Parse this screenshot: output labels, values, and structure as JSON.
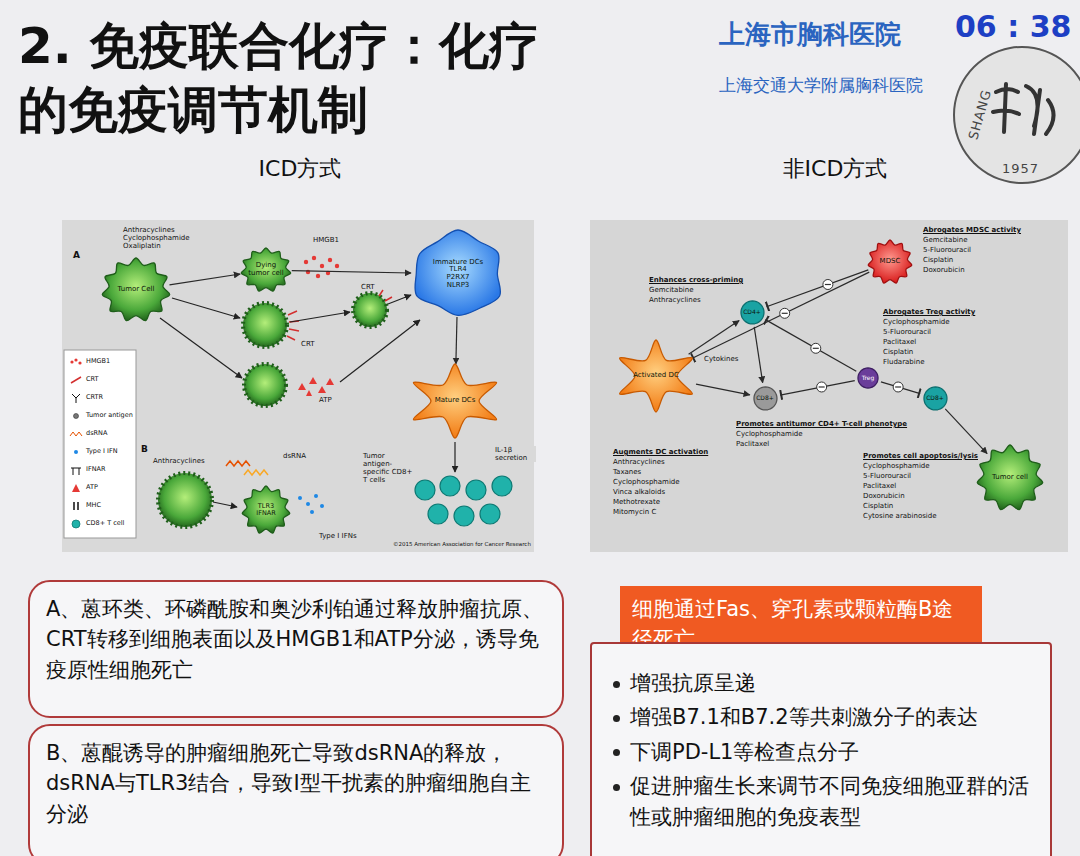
{
  "diagram": {
    "title": "2. 免疫联合化疗：化疗的免疫调节机制",
    "nodes": [
      {
        "text": [
          "SHANG",
          "1957"
        ]
      },
      {
        "text": [
          "Tumor Cell"
        ]
      },
      {
        "text": [
          "Dying tumor cell"
        ]
      },
      {
        "text": [
          "Immature DCs",
          "TLR4",
          "P2RX7",
          "NLRP3"
        ]
      },
      {
        "text": [
          "Mature DCs"
        ]
      },
      {
        "text": [
          "TLR3",
          "IFNAR"
        ]
      },
      {
        "text": [
          "MDSC"
        ]
      },
      {
        "text": [
          "CD4+"
        ]
      },
      {
        "text": [
          "Activated DC"
        ]
      },
      {
        "text": [
          "Treg"
        ]
      },
      {
        "text": [
          "CD8+"
        ]
      },
      {
        "text": [
          "CD8+"
        ]
      },
      {
        "text": [
          "Tumor cell"
        ]
      },
      {
        "text": [
          "A、蒽环类、环磷酰胺和奥沙利铂通过释放肿瘤抗原、CRT转移到细胞表面以及HMGB1和ATP分泌，诱导免疫原性细胞死亡"
        ]
      },
      {
        "text": [
          "B、蒽醌诱导的肿瘤细胞死亡导致dsRNA的释放，dsRNA与TLR3结合，导致I型干扰素的肿瘤细胞自主分泌"
        ]
      },
      {
        "text": [
          "细胞通过Fas、穿孔素或颗粒酶B途径死亡"
        ]
      },
      {
        "text": [
          "增强抗原呈递",
          "增强B7.1和B7.2等共刺激分子的表达",
          "下调PD-L1等检查点分子",
          "促进肿瘤生长来调节不同免疫细胞亚群的活性或肿瘤细胞的免疫表型"
        ]
      }
    ],
    "edges": [
      {
        "from": 1,
        "to": 2,
        "arrow": "to"
      },
      {
        "from": 2,
        "to": 3,
        "arrow": "to"
      },
      {
        "from": 3,
        "to": 4,
        "arrow": "to"
      },
      {
        "from": 8,
        "to": 7,
        "arrow": "to"
      },
      {
        "from": 8,
        "to": 10,
        "arrow": "to"
      },
      {
        "from": 6,
        "to": 7,
        "arrow": "to"
      },
      {
        "from": 6,
        "to": 8,
        "arrow": "to"
      },
      {
        "from": 9,
        "to": 7,
        "arrow": "to"
      },
      {
        "from": 9,
        "to": 10,
        "arrow": "to"
      },
      {
        "from": 7,
        "to": 10,
        "arrow": "to"
      },
      {
        "from": 11,
        "to": 12,
        "arrow": "to"
      },
      {
        "from": 9,
        "to": 11,
        "arrow": "to"
      }
    ],
    "labels": [
      "上海市胸科医院",
      "上海交通大学附属胸科医院",
      "06 : 38",
      "ICD方式",
      "非ICD方式",
      "Anthracyclines",
      "Cyclophosphamide",
      "Oxaliplatin",
      "A",
      "HMGB1",
      "CRT",
      "CRT",
      "ATP",
      "IL-1β secretion",
      "Tumor antigen-specific CD8+ T cells",
      "B",
      "Anthracyclines",
      "dsRNA",
      "Type I IFNs",
      "©2015 American Association for Cancer Research",
      "Abrogates MDSC activity",
      "Gemcitabine",
      "5-Fluorouracil",
      "Cisplatin",
      "Doxorubicin",
      "Enhances cross-priming",
      "Gemcitabine",
      "Anthracyclines",
      "Abrogates Treg activity",
      "Cyclophosphamide",
      "5-Fluorouracil",
      "Paclitaxel",
      "Cisplatin",
      "Fludarabine",
      "Cytokines",
      "Promotes antitumor CD4+ T-cell phenotype",
      "Cyclophosphamide",
      "Paclitaxel",
      "Augments DC activation",
      "Anthracyclines",
      "Taxanes",
      "Cyclophosphamide",
      "Vinca alkaloids",
      "Methotrexate",
      "Mitomycin C",
      "Promotes cell apoptosis/lysis",
      "Cyclophosphamide",
      "5-Fluorouracil",
      "Paclitaxel",
      "Doxorubicin",
      "Cisplatin",
      "Cytosine arabinoside"
    ],
    "legend": [
      {
        "text": "HMGB1"
      },
      {
        "text": "CRT"
      },
      {
        "text": "CRTR"
      },
      {
        "text": "Tumor antigen"
      },
      {
        "text": "dsRNA"
      },
      {
        "text": "Type I IFN"
      },
      {
        "text": "IFNAR"
      },
      {
        "text": "ATP"
      },
      {
        "text": "MHC"
      },
      {
        "text": "CD8+ T cell"
      }
    ]
  }
}
